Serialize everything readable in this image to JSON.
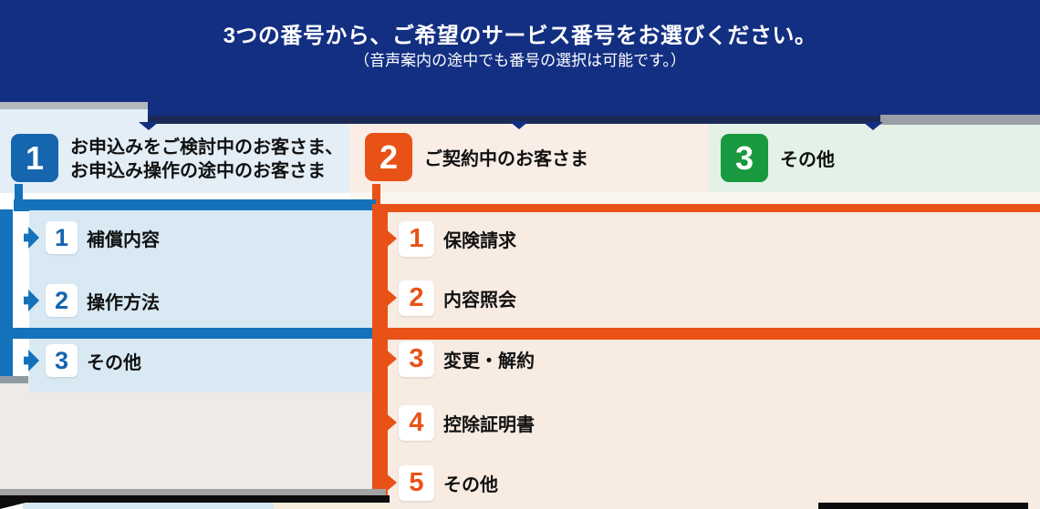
{
  "banner": {
    "title": "3つの番号から、ご希望のサービス番号をお選びください。",
    "subtitle": "（音声案内の途中でも番号の選択は可能です。）"
  },
  "sections": [
    {
      "number": "1",
      "line1": "お申込みをご検討中のお客さま、",
      "line2": "お申込み操作の途中のお客さま"
    },
    {
      "number": "2",
      "label": "ご契約中のお客さま"
    },
    {
      "number": "3",
      "label": "その他"
    }
  ],
  "menus": [
    {
      "section": "1",
      "items": [
        {
          "number": "1",
          "label": "補償内容"
        },
        {
          "number": "2",
          "label": "操作方法"
        },
        {
          "number": "3",
          "label": "その他"
        }
      ]
    },
    {
      "section": "2",
      "items": [
        {
          "number": "1",
          "label": "保険請求"
        },
        {
          "number": "2",
          "label": "内容照会"
        },
        {
          "number": "3",
          "label": "変更・解約"
        },
        {
          "number": "4",
          "label": "控除証明書"
        },
        {
          "number": "5",
          "label": "その他"
        }
      ]
    }
  ],
  "colors": {
    "navy": "#132f82",
    "blue_frame": "#1372ba",
    "blue_badge": "#1565af",
    "orange": "#e95217",
    "green": "#18993f",
    "header_light_blue": "#e3eef7",
    "header_pink": "#f9ede6",
    "header_green": "#e3f1e7",
    "panel_light_blue": "#d8e9f4",
    "panel_pink": "#f8ebe2",
    "text": "#111111"
  }
}
